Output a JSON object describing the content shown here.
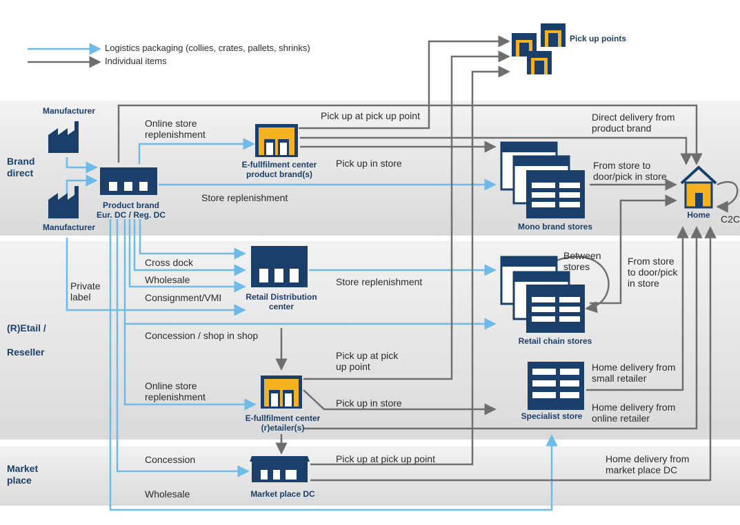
{
  "legend": {
    "logistics": "Logistics packaging (collies, crates, pallets, shrinks)",
    "individual": "Individual items"
  },
  "colors": {
    "blue_arrow": "#6ebbea",
    "gray_arrow": "#6e6e6e",
    "navy": "#1b3f6b",
    "accent": "#f5b21e"
  },
  "sections": {
    "brand": "Brand\ndirect",
    "retail": "(R)Etail /",
    "reseller": "Reseller",
    "market": "Market\nplace"
  },
  "nodes": {
    "manufacturer_top": "Manufacturer",
    "manufacturer_bottom": "Manufacturer",
    "product_brand": "Product brand\nEur. DC / Reg. DC",
    "efc_brand": "E-fullfilment center\nproduct brand(s)",
    "mono_stores": "Mono brand stores",
    "home": "Home",
    "c2c": "C2C",
    "pickup_points": "Pick up points",
    "rdc": "Retail Distribution\ncenter",
    "retail_chain": "Retail chain stores",
    "efc_retailer": "E-fullfilment center\n(r)etailer(s)",
    "specialist": "Specialist store",
    "market_dc": "Market place DC"
  },
  "labels": {
    "online_store_repl_1": "Online store\nreplenishment",
    "pickup_point_1": "Pick up at pick up point",
    "direct_delivery": "Direct delivery from\nproduct brand",
    "pickup_store_1": "Pick up in store",
    "from_store_1": "From store to\ndoor/pick in store",
    "store_repl_1": "Store  replenishment",
    "cross_dock": "Cross dock",
    "wholesale_1": "Wholesale",
    "consignment": "Consignment/VMI",
    "private_label": "Private\nlabel",
    "store_repl_2": "Store replenishment",
    "between_stores": "Between\nstores",
    "from_store_2": "From store\nto door/pick\nin store",
    "concession_shop": "Concession / shop in shop",
    "pickup_point_2": "Pick up at pick\nup point",
    "online_store_repl_2": "Online store\nreplenishment",
    "pickup_store_2": "Pick up in store",
    "home_small": "Home delivery from\nsmall retailer",
    "home_online": "Home delivery from\nonline retailer",
    "concession": "Concession",
    "pickup_point_3": "Pick up at pick up point",
    "home_market": "Home delivery from\nmarket place DC",
    "wholesale_2": "Wholesale"
  }
}
